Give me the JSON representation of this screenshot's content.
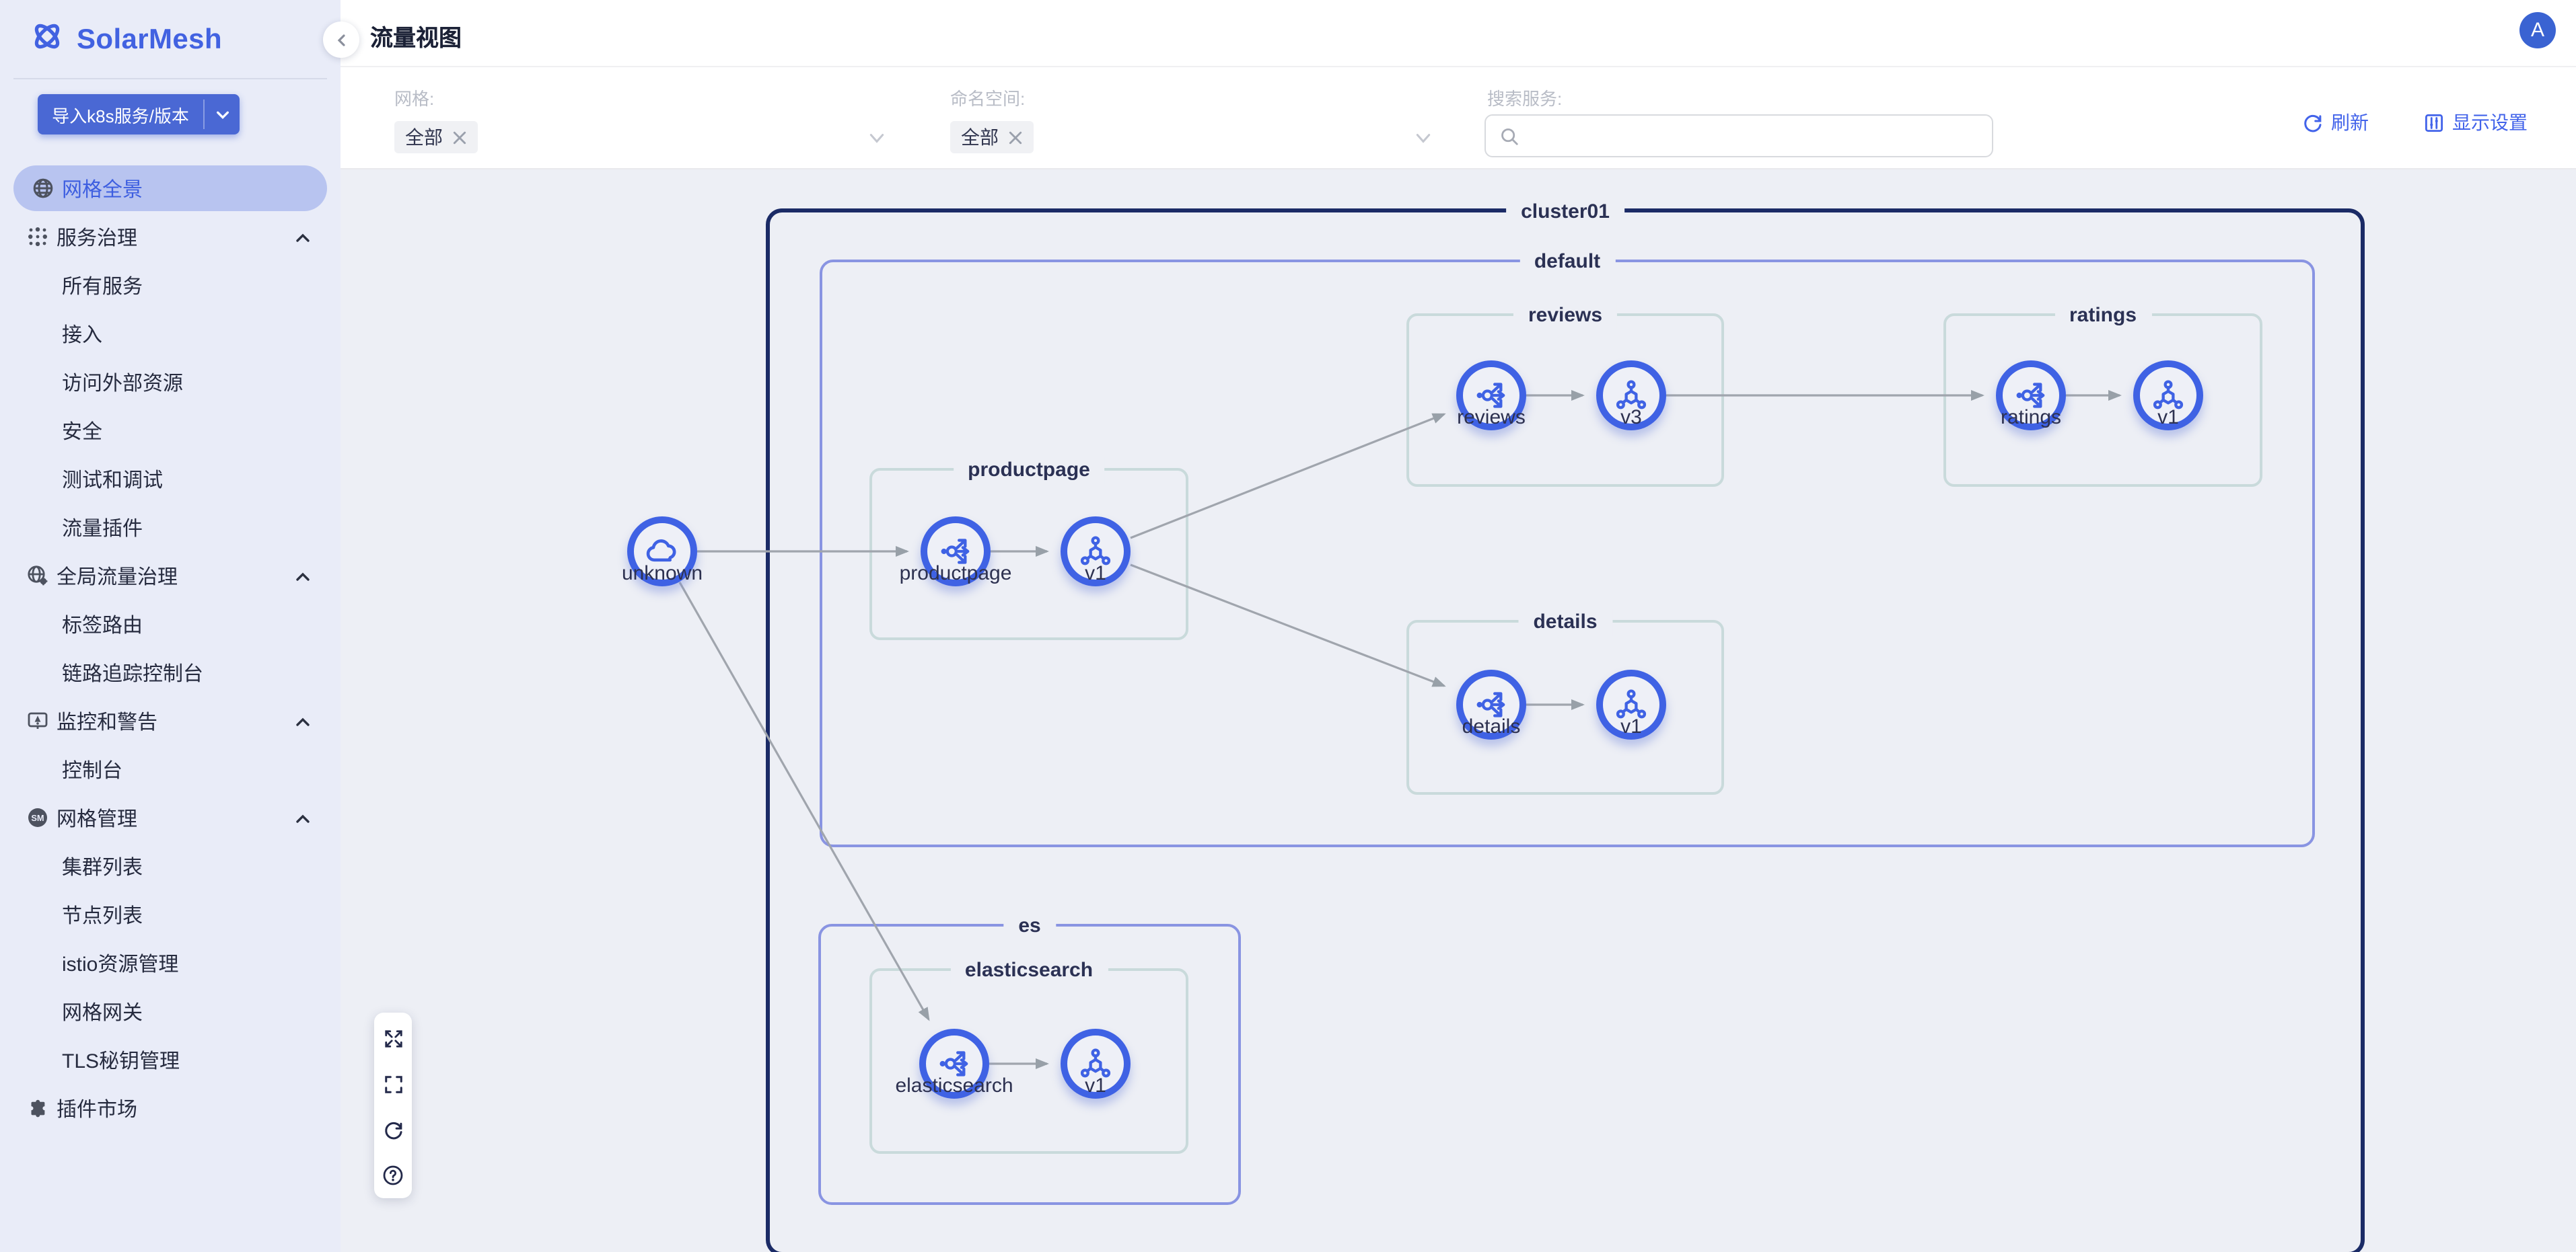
{
  "app": {
    "name": "SolarMesh"
  },
  "header": {
    "title": "流量视图",
    "avatar_initial": "A"
  },
  "sidebar": {
    "import_button": {
      "label": "导入k8s服务/版本"
    },
    "items": [
      {
        "label": "网格全景",
        "active": true
      },
      {
        "label": "服务治理",
        "type": "group",
        "expanded": true
      },
      {
        "label": "所有服务"
      },
      {
        "label": "接入"
      },
      {
        "label": "访问外部资源"
      },
      {
        "label": "安全"
      },
      {
        "label": "测试和调试"
      },
      {
        "label": "流量插件"
      },
      {
        "label": "全局流量治理",
        "type": "group",
        "expanded": true
      },
      {
        "label": "标签路由"
      },
      {
        "label": "链路追踪控制台"
      },
      {
        "label": "监控和警告",
        "type": "group",
        "expanded": true
      },
      {
        "label": "控制台"
      },
      {
        "label": "网格管理",
        "type": "group",
        "expanded": true
      },
      {
        "label": "集群列表"
      },
      {
        "label": "节点列表"
      },
      {
        "label": "istio资源管理"
      },
      {
        "label": "网格网关"
      },
      {
        "label": "TLS秘钥管理"
      },
      {
        "label": "插件市场",
        "type": "group"
      }
    ]
  },
  "filters": {
    "mesh_label": "网格:",
    "mesh_value": "全部",
    "namespace_label": "命名空间:",
    "namespace_value": "全部",
    "search_label": "搜索服务:",
    "search_placeholder": "",
    "refresh_label": "刷新",
    "display_settings_label": "显示设置"
  },
  "graph": {
    "clusters": [
      {
        "label": "cluster01"
      }
    ],
    "namespaces": [
      {
        "label": "default",
        "cluster": "cluster01"
      },
      {
        "label": "es",
        "cluster": "cluster01"
      }
    ],
    "service_groups": [
      {
        "label": "reviews",
        "namespace": "default"
      },
      {
        "label": "ratings",
        "namespace": "default"
      },
      {
        "label": "productpage",
        "namespace": "default"
      },
      {
        "label": "details",
        "namespace": "default"
      },
      {
        "label": "elasticsearch",
        "namespace": "es"
      }
    ],
    "nodes": [
      {
        "label": "unknown",
        "type": "external"
      },
      {
        "label": "productpage",
        "type": "service"
      },
      {
        "label": "v1",
        "type": "version"
      },
      {
        "label": "reviews",
        "type": "service"
      },
      {
        "label": "v3",
        "type": "version"
      },
      {
        "label": "ratings",
        "type": "service"
      },
      {
        "label": "v1",
        "type": "version"
      },
      {
        "label": "details",
        "type": "service"
      },
      {
        "label": "v1",
        "type": "version"
      },
      {
        "label": "elasticsearch",
        "type": "service"
      },
      {
        "label": "v1",
        "type": "version"
      }
    ],
    "edges": [
      {
        "from": "unknown",
        "to": "productpage"
      },
      {
        "from": "productpage",
        "to": "productpage.v1"
      },
      {
        "from": "productpage.v1",
        "to": "reviews"
      },
      {
        "from": "productpage.v1",
        "to": "details"
      },
      {
        "from": "reviews",
        "to": "reviews.v3"
      },
      {
        "from": "reviews.v3",
        "to": "ratings"
      },
      {
        "from": "ratings",
        "to": "ratings.v1"
      },
      {
        "from": "details",
        "to": "details.v1"
      },
      {
        "from": "unknown",
        "to": "elasticsearch"
      },
      {
        "from": "elasticsearch",
        "to": "elasticsearch.v1"
      }
    ]
  },
  "colors": {
    "accent": "#4263e1",
    "node_border": "#3f62e4",
    "cluster_border": "#1b2b66",
    "namespace_border": "#8994e2",
    "service_group_border": "#c9dadb",
    "canvas_bg": "#edeff5",
    "sidebar_bg": "#e9ecf8",
    "active_item_bg": "#b8c4f0",
    "edge": "#9aa0a8"
  }
}
